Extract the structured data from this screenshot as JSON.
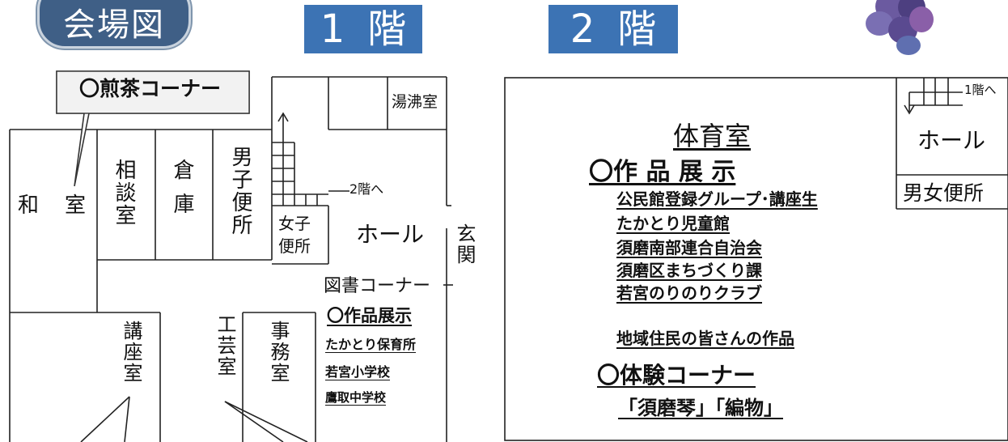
{
  "header": {
    "badge": "会場図",
    "floor1_num": "1",
    "floor1_label": "階",
    "floor2_num": "2",
    "floor2_label": "階"
  },
  "floor1": {
    "callout_tea": "〇煎茶コーナー",
    "rooms": {
      "washitsu_1": "和",
      "washitsu_2": "室",
      "soudan": "相談室",
      "souko": "倉庫",
      "men_toilet": "男子便所",
      "women_toilet": "女子便所",
      "boiler": "湯沸室",
      "hall": "ホール",
      "entrance": "玄関",
      "lecture": "講座室",
      "craft": "工芸室",
      "office": "事務室"
    },
    "stairs_label": "2階へ",
    "library": "図書コーナー",
    "exhibit_title": "〇作品展示",
    "exhibitors": [
      "たかとり保育所",
      "若宮小学校",
      "鷹取中学校"
    ]
  },
  "floor2": {
    "gym": "体育室",
    "exhibit_title": "〇作 品 展 示",
    "groups": [
      "公民館登録グループ･講座生",
      "たかとり児童館",
      "須磨南部連合自治会",
      "須磨区まちづくり課",
      "若宮のりのりクラブ"
    ],
    "residents": "地域住民の皆さんの作品",
    "experience_title": "〇体験コーナー",
    "experience_items": "「須磨琴」「編物」",
    "stairs_label": "1階へ",
    "hall": "ホール",
    "toilet": "男女便所"
  }
}
